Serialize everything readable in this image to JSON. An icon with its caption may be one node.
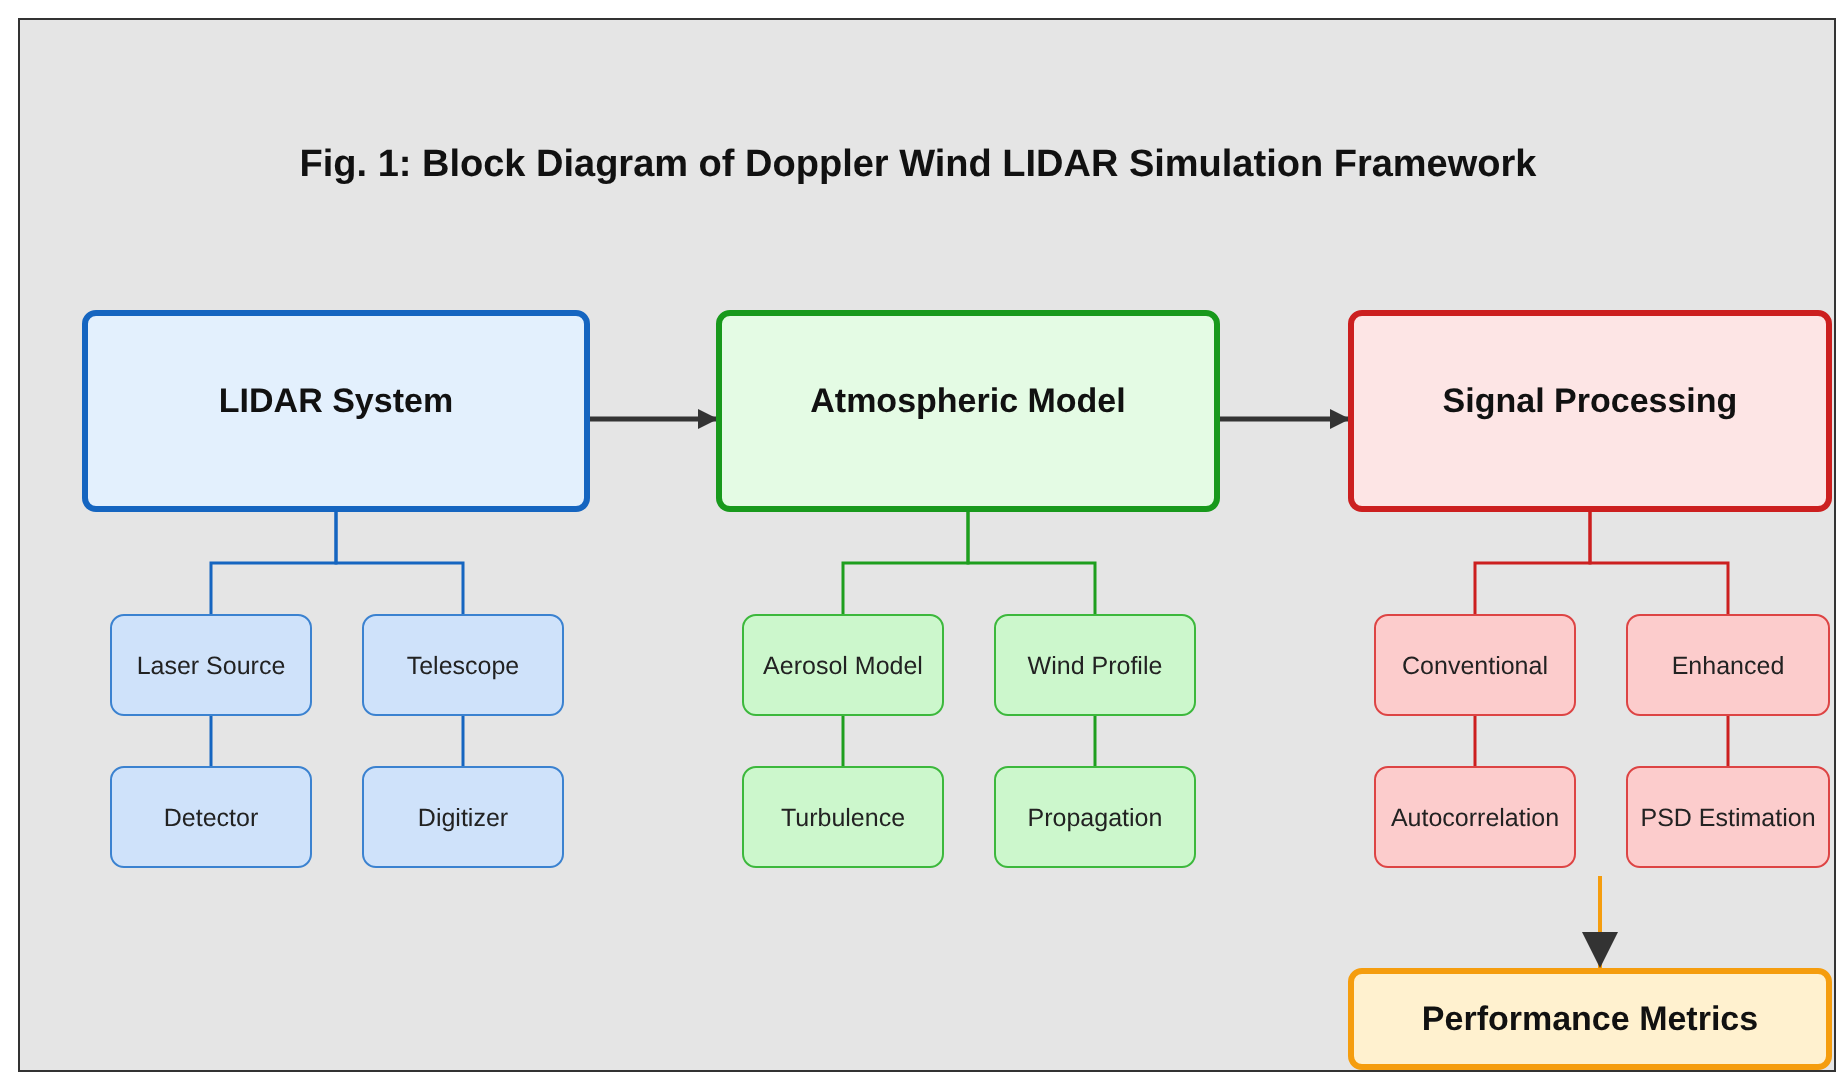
{
  "diagram": {
    "title": "Fig. 1: Block Diagram of Doppler Wind LIDAR Simulation Framework",
    "nodes": [
      {
        "text": [
          "LIDAR System"
        ]
      },
      {
        "text": [
          "Atmospheric Model"
        ]
      },
      {
        "text": [
          "Signal Processing"
        ]
      },
      {
        "text": [
          "Laser Source"
        ]
      },
      {
        "text": [
          "Telescope"
        ]
      },
      {
        "text": [
          "Detector"
        ]
      },
      {
        "text": [
          "Digitizer"
        ]
      },
      {
        "text": [
          "Aerosol Model"
        ]
      },
      {
        "text": [
          "Wind Profile"
        ]
      },
      {
        "text": [
          "Turbulence"
        ]
      },
      {
        "text": [
          "Propagation"
        ]
      },
      {
        "text": [
          "Conventional"
        ]
      },
      {
        "text": [
          "Enhanced"
        ]
      },
      {
        "text": [
          "Autocorrelation"
        ]
      },
      {
        "text": [
          "PSD Estimation"
        ]
      },
      {
        "text": [
          "Performance Metrics"
        ]
      }
    ],
    "edges": [
      {
        "from": 0,
        "to": 1,
        "arrow": "to",
        "color": "#333333"
      },
      {
        "from": 1,
        "to": 2,
        "arrow": "to",
        "color": "#333333"
      },
      {
        "from": 0,
        "to": 3,
        "arrow": "none",
        "color": "#1565c0"
      },
      {
        "from": 0,
        "to": 4,
        "arrow": "none",
        "color": "#1565c0"
      },
      {
        "from": 3,
        "to": 5,
        "arrow": "none",
        "color": "#1565c0"
      },
      {
        "from": 4,
        "to": 6,
        "arrow": "none",
        "color": "#1565c0"
      },
      {
        "from": 1,
        "to": 7,
        "arrow": "none",
        "color": "#1e9e1e"
      },
      {
        "from": 1,
        "to": 8,
        "arrow": "none",
        "color": "#1e9e1e"
      },
      {
        "from": 7,
        "to": 9,
        "arrow": "none",
        "color": "#1e9e1e"
      },
      {
        "from": 8,
        "to": 10,
        "arrow": "none",
        "color": "#1e9e1e"
      },
      {
        "from": 2,
        "to": 11,
        "arrow": "none",
        "color": "#cc1f1f"
      },
      {
        "from": 2,
        "to": 12,
        "arrow": "none",
        "color": "#cc1f1f"
      },
      {
        "from": 11,
        "to": 13,
        "arrow": "none",
        "color": "#cc1f1f"
      },
      {
        "from": 12,
        "to": 14,
        "arrow": "none",
        "color": "#cc1f1f"
      },
      {
        "from": null,
        "to": 15,
        "arrow": "to",
        "color": "#f59d0e"
      }
    ]
  }
}
